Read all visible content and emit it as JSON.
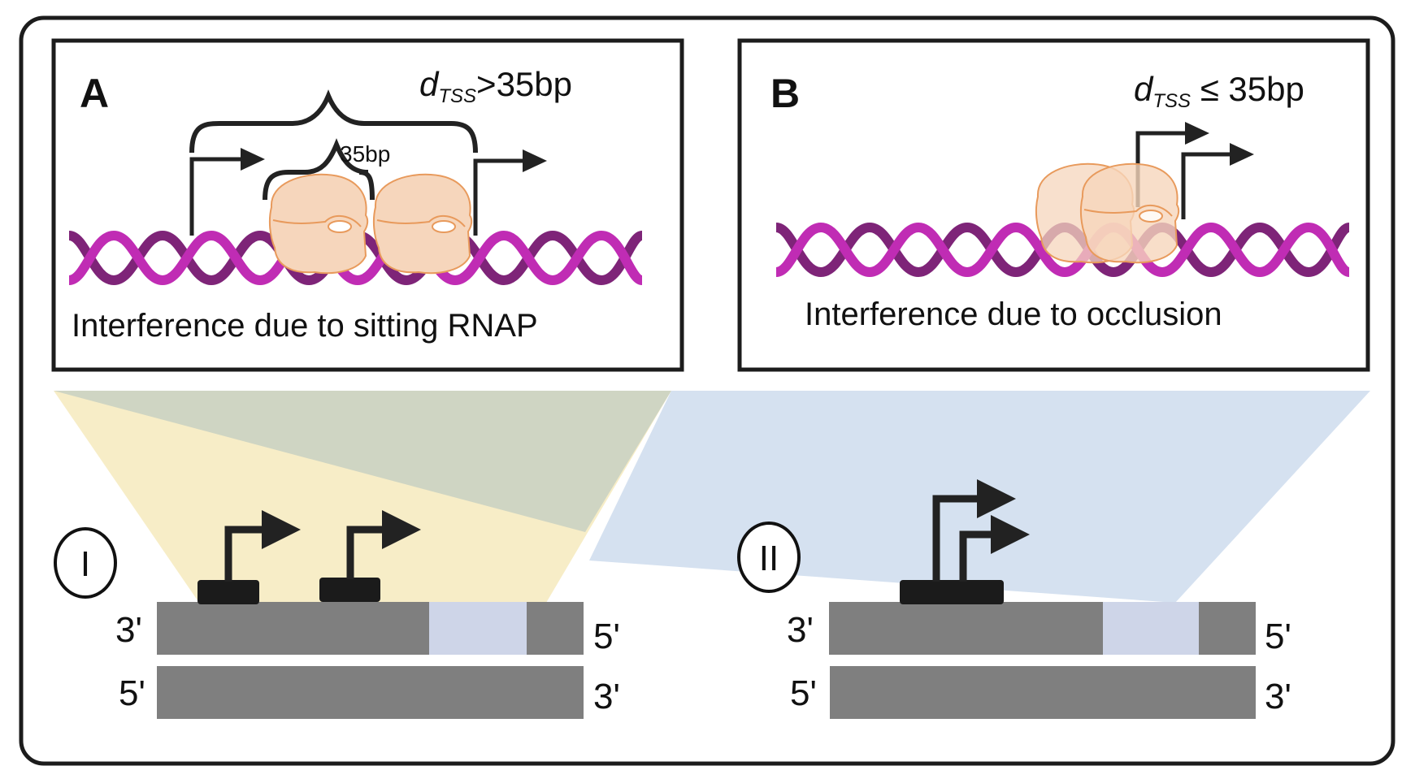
{
  "panel_a": {
    "letter": "A",
    "condition_d": "d",
    "condition_sub": "TSS",
    "condition_rel": ">35bp",
    "inner_brace_label": "35bp",
    "caption": "Interference due to sitting RNAP"
  },
  "panel_b": {
    "letter": "B",
    "condition_d": "d",
    "condition_sub": "TSS",
    "condition_rel": " ≤ 35bp",
    "caption": "Interference due to occlusion"
  },
  "scenario_1": {
    "numeral": "I",
    "top_left_end": "3'",
    "top_right_end": "5'",
    "bottom_left_end": "5'",
    "bottom_right_end": "3'"
  },
  "scenario_2": {
    "numeral": "II",
    "top_left_end": "3'",
    "top_right_end": "5'",
    "bottom_left_end": "5'",
    "bottom_right_end": "3'"
  },
  "colors": {
    "dna_strand_light": "#C02CB4",
    "dna_strand_dark": "#7E2478",
    "rnap_fill": "#F6D6BC",
    "rnap_stroke": "#E89A5C",
    "zoom_yellow": "#F7EDC7",
    "zoom_blue": "#D5E1F0",
    "dna_bar": "#7F7F7F",
    "highlight_segment": "#CED5E8",
    "promoter_block": "#1B1B1B",
    "arrow": "#222222"
  }
}
